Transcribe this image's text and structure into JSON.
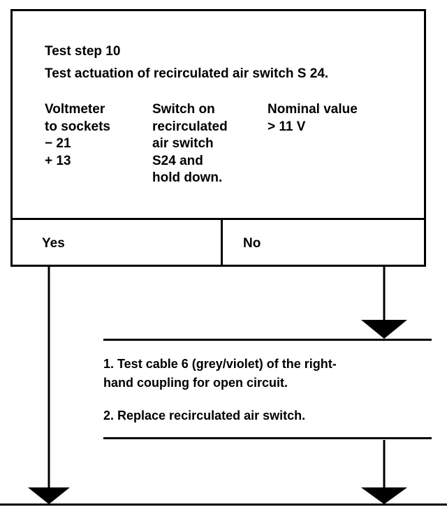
{
  "test_step": {
    "title": "Test step 10",
    "description": "Test actuation of recirculated air switch S 24."
  },
  "columns": [
    [
      "Voltmeter",
      "to sockets",
      "− 21",
      "+ 13"
    ],
    [
      "Switch on",
      "recirculated",
      "air switch",
      "S24 and",
      "hold down."
    ],
    [
      "Nominal value",
      "> 11 V"
    ]
  ],
  "outcomes": {
    "yes": "Yes",
    "no": "No"
  },
  "actions": {
    "line1a": "1. Test cable 6 (grey/violet) of the right-",
    "line1b": "hand coupling for open circuit.",
    "line2": "2. Replace recirculated air switch."
  }
}
